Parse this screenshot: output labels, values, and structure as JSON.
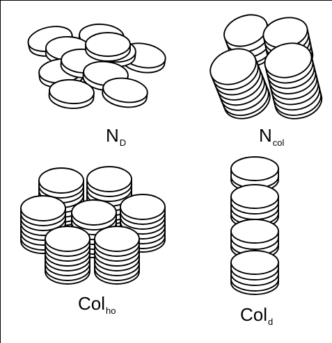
{
  "labels": {
    "nd": {
      "main": "N",
      "sub": "D"
    },
    "ncol": {
      "main": "N",
      "sub": "col"
    },
    "colho": {
      "main": "Col",
      "sub": "ho"
    },
    "cold": {
      "main": "Col",
      "sub": "d"
    }
  }
}
